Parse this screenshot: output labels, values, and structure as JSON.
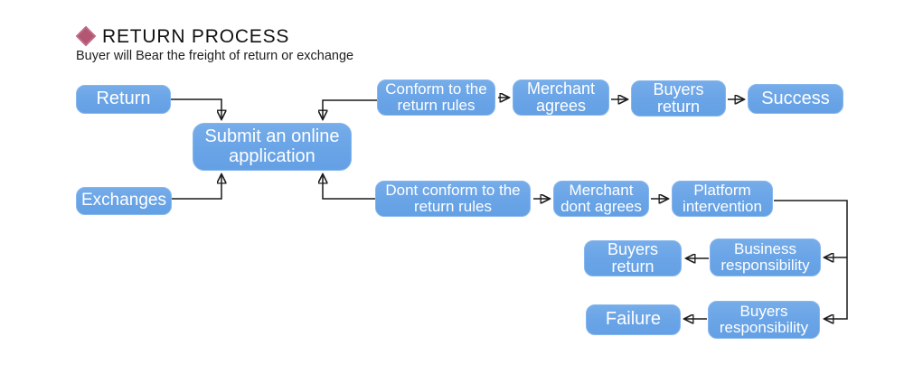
{
  "header": {
    "title": "RETURN PROCESS",
    "subtitle": "Buyer will Bear the freight of return or exchange",
    "diamond_icon": "diamond-bullet"
  },
  "colors": {
    "node_fill": "#6ba5e7",
    "node_border": "#86b6ee",
    "node_text": "#ffffff",
    "arrow": "#1a1a1a",
    "diamond": "#b25672",
    "title_text": "#121212",
    "background": "#ffffff"
  },
  "flowchart": {
    "nodes": {
      "return": {
        "label": "Return"
      },
      "submit": {
        "label": "Submit an online\napplication"
      },
      "exchanges": {
        "label": "Exchanges"
      },
      "conform": {
        "label": "Conform to the\nreturn rules"
      },
      "merchant_agrees": {
        "label": "Merchant\nagrees"
      },
      "buyers_return_top": {
        "label": "Buyers\nreturn"
      },
      "success": {
        "label": "Success"
      },
      "dont_conform": {
        "label": "Dont conform to the\nreturn rules"
      },
      "merchant_dont_agrees": {
        "label": "Merchant\ndont agrees"
      },
      "platform_intervention": {
        "label": "Platform\nintervention"
      },
      "buyers_return_bottom": {
        "label": "Buyers\nreturn"
      },
      "business_responsibility": {
        "label": "Business\nresponsibility"
      },
      "failure": {
        "label": "Failure"
      },
      "buyers_responsibility": {
        "label": "Buyers\nresponsibility"
      }
    },
    "edges": [
      {
        "from": "return",
        "to": "submit"
      },
      {
        "from": "conform",
        "to": "submit"
      },
      {
        "from": "exchanges",
        "to": "submit"
      },
      {
        "from": "dont_conform",
        "to": "submit"
      },
      {
        "from": "conform",
        "to": "merchant_agrees"
      },
      {
        "from": "merchant_agrees",
        "to": "buyers_return_top"
      },
      {
        "from": "buyers_return_top",
        "to": "success"
      },
      {
        "from": "dont_conform",
        "to": "merchant_dont_agrees"
      },
      {
        "from": "merchant_dont_agrees",
        "to": "platform_intervention"
      },
      {
        "from": "platform_intervention",
        "to": "business_responsibility"
      },
      {
        "from": "platform_intervention",
        "to": "buyers_responsibility"
      },
      {
        "from": "business_responsibility",
        "to": "buyers_return_bottom"
      },
      {
        "from": "buyers_responsibility",
        "to": "failure"
      }
    ]
  }
}
